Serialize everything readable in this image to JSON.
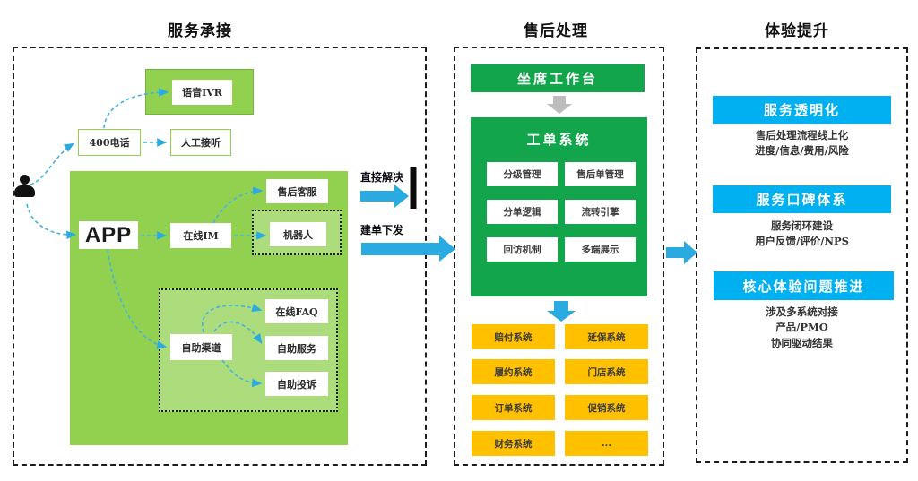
{
  "sections": {
    "left": {
      "title": "服务承接",
      "nodes": {
        "voice_ivr": "语音IVR",
        "phone_400": "400电话",
        "manual_answer": "人工接听",
        "app": "APP",
        "online_im": "在线IM",
        "aftersales_support": "售后客服",
        "robot": "机器人",
        "self_channel": "自助渠道",
        "online_faq": "在线FAQ",
        "self_service": "自助服务",
        "self_complaint": "自助投诉"
      },
      "outputs": {
        "direct_resolve": "直接解决",
        "create_ticket": "建单下发"
      }
    },
    "middle": {
      "title": "售后处理",
      "workbench": "坐席工作台",
      "ticket_system": {
        "title": "工单系统",
        "modules": [
          "分级管理",
          "售后单管理",
          "分单逻辑",
          "流转引擎",
          "回访机制",
          "多端展示"
        ]
      },
      "downstream": [
        "赔付系统",
        "延保系统",
        "履约系统",
        "门店系统",
        "订单系统",
        "促销系统",
        "财务系统",
        "..."
      ]
    },
    "right": {
      "title": "体验提升",
      "cards": [
        {
          "title": "服务透明化",
          "lines": [
            "售后处理流程线上化",
            "进度/信息/费用/风险"
          ]
        },
        {
          "title": "服务口碑体系",
          "lines": [
            "服务闭环建设",
            "用户反馈/评价/NPS"
          ]
        },
        {
          "title": "核心体验问题推进",
          "lines": [
            "涉及多系统对接",
            "产品/PMO",
            "协同驱动结果"
          ]
        }
      ]
    }
  },
  "icons": {
    "user": "person-silhouette"
  },
  "colors": {
    "light_green": "#92d050",
    "dark_green": "#12a54b",
    "orange": "#ffc000",
    "blue": "#00b0f0",
    "arrow_blue": "#29abe2",
    "gray_arrow": "#bdbdbd"
  }
}
